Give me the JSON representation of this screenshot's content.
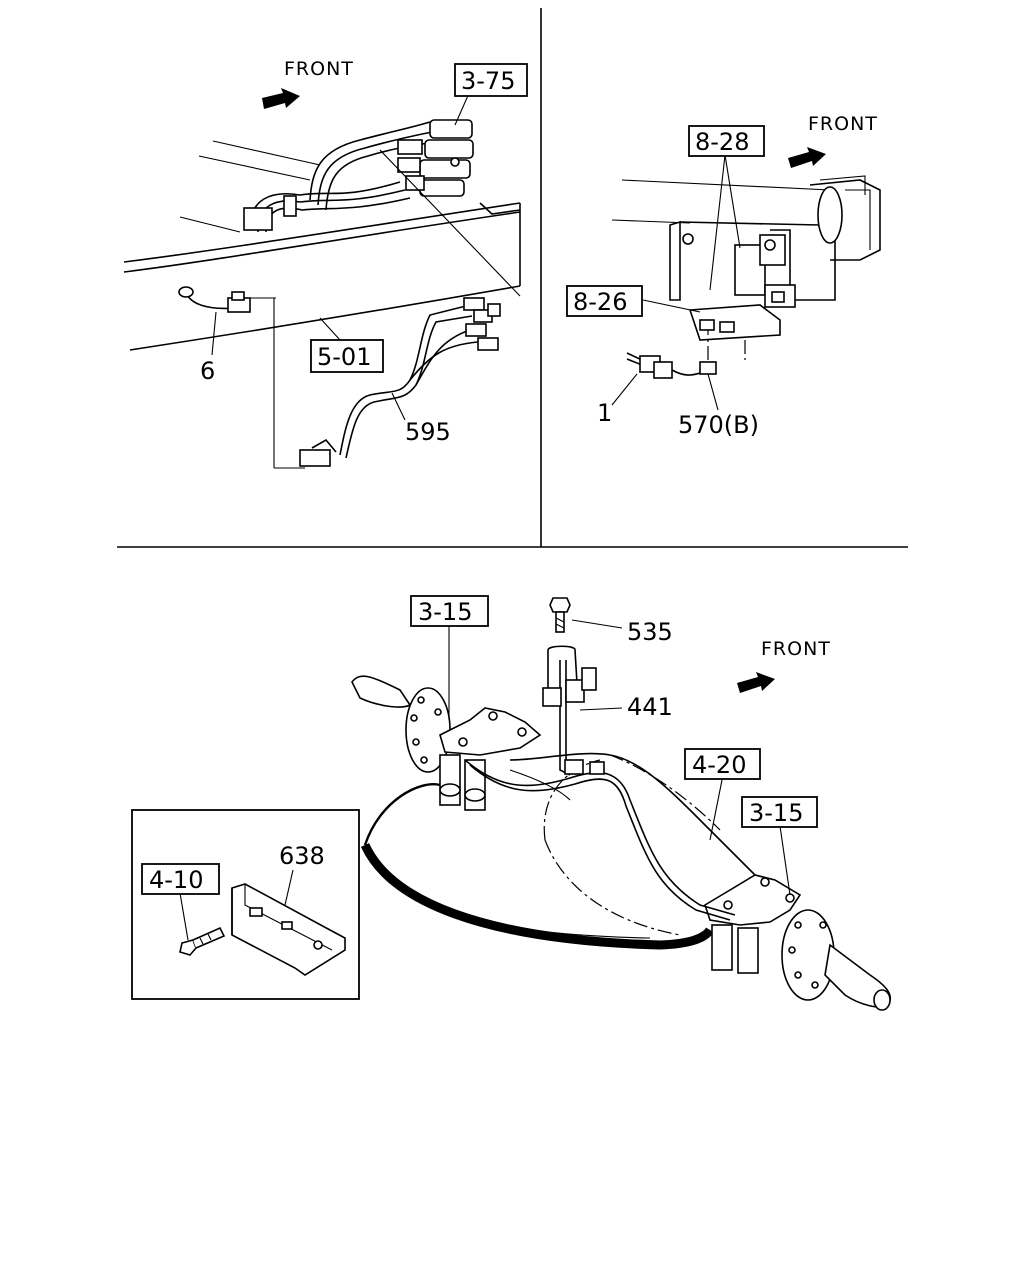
{
  "directions": {
    "front_top_left": "FRONT",
    "front_top_right": "FRONT",
    "front_bottom": "FRONT"
  },
  "refs": {
    "r375": "3-75",
    "r501": "5-01",
    "r828": "8-28",
    "r826": "8-26",
    "r315a": "3-15",
    "r315b": "3-15",
    "r420": "4-20",
    "r410": "4-10"
  },
  "parts": {
    "p6": "6",
    "p595": "595",
    "p1": "1",
    "p570b": "570(B)",
    "p535": "535",
    "p441": "441",
    "p638": "638"
  }
}
